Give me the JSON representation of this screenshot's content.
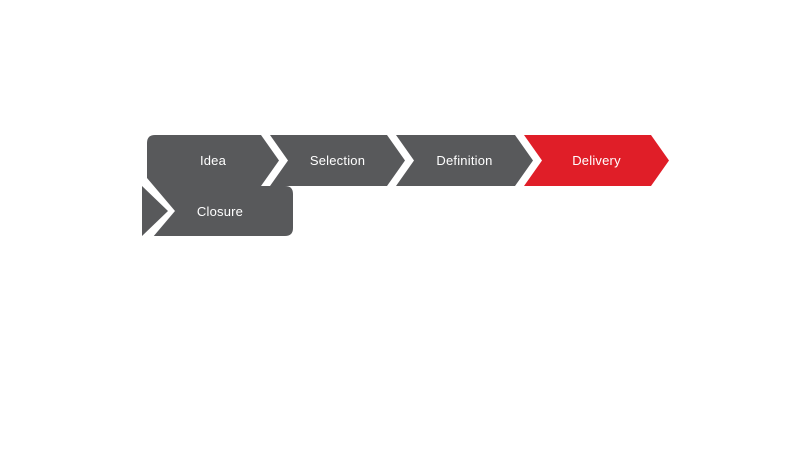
{
  "steps": [
    {
      "label": "Idea",
      "color": "#58595b"
    },
    {
      "label": "Selection",
      "color": "#58595b"
    },
    {
      "label": "Definition",
      "color": "#58595b"
    },
    {
      "label": "Delivery",
      "color": "#e01e28"
    },
    {
      "label": "Closure",
      "color": "#58595b"
    }
  ],
  "colors": {
    "step_gray": "#58595b",
    "accent_red": "#e01e28",
    "background": "#ffffff",
    "text": "#ffffff"
  }
}
